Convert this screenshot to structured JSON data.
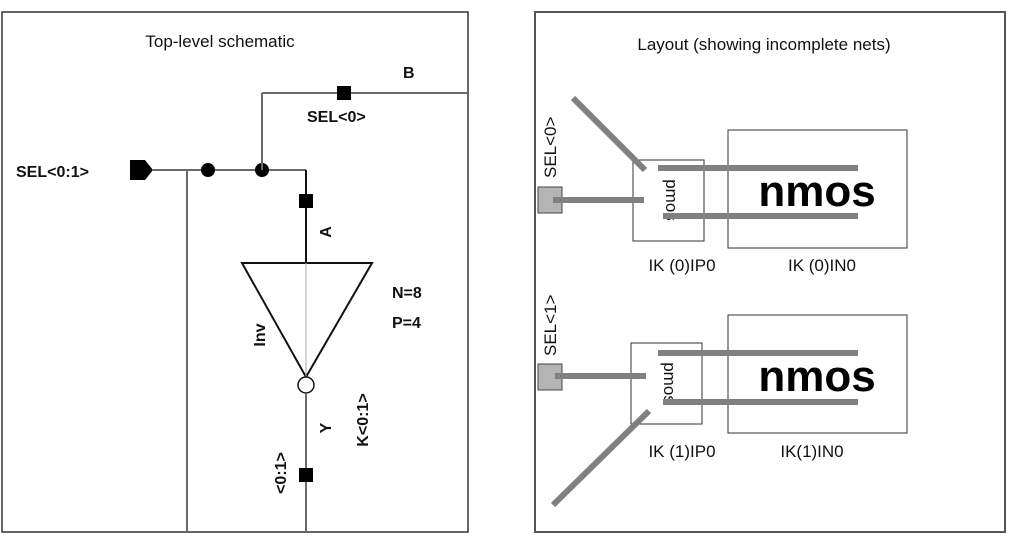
{
  "schematic": {
    "title": "Top-level schematic",
    "bus_pin_label": "SEL<0:1>",
    "net_b_label": "B",
    "net_sel0_label": "SEL<0>",
    "pin_a_label": "A",
    "inverter_label": "Inv",
    "param_n": "N=8",
    "param_p": "P=4",
    "pin_y_label": "Y",
    "instance_label": "K<0:1>",
    "output_bus_label": "<0:1>"
  },
  "layout": {
    "title": "Layout (showing incomplete nets)",
    "rows": [
      {
        "pin_label": "SEL<0>",
        "pmos_label": "pmos",
        "nmos_label": "nmos",
        "pmos_instance": "IK (0)IP0",
        "nmos_instance": "IK (0)IN0"
      },
      {
        "pin_label": "SEL<1>",
        "pmos_label": "pmos",
        "nmos_label": "nmos",
        "pmos_instance": "IK (1)IP0",
        "nmos_instance": "IK(1)IN0"
      }
    ]
  },
  "colors": {
    "wire": "#6a6a6a",
    "metal": "#808080",
    "pin_fill": "#b4b4b4",
    "ink": "#111111"
  }
}
